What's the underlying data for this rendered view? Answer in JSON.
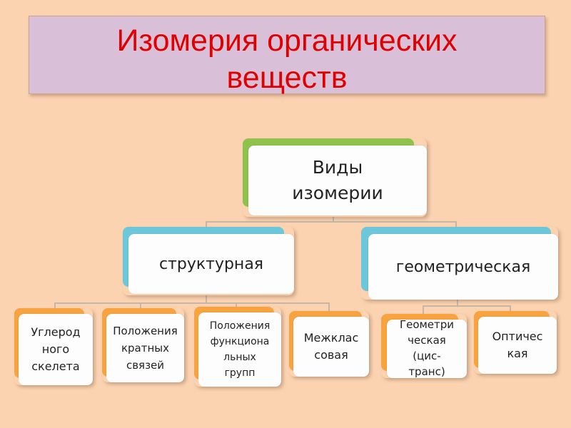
{
  "title": "Изомерия органических\nвеществ",
  "root": {
    "label": "Виды\nизомерии"
  },
  "structural": {
    "label": "структурная",
    "children": [
      "Углерод\nного\nскелета",
      "Положения\nкратных\nсвязей",
      "Положения\nфункциона\nльных\nгрупп",
      "Межклас\nсовая"
    ]
  },
  "geometric": {
    "label": "геометрическая",
    "children": [
      "Геометри\nческая\n(цис-\nтранс)",
      "Оптичес\nкая"
    ]
  },
  "colors": {
    "background": "#fbd3b1",
    "title_text": "#e00000",
    "title_box": "#d9c0d8",
    "root_accent": "#8fc24c",
    "level2_accent": "#6cc7db",
    "level3_accent": "#f7a33f"
  }
}
